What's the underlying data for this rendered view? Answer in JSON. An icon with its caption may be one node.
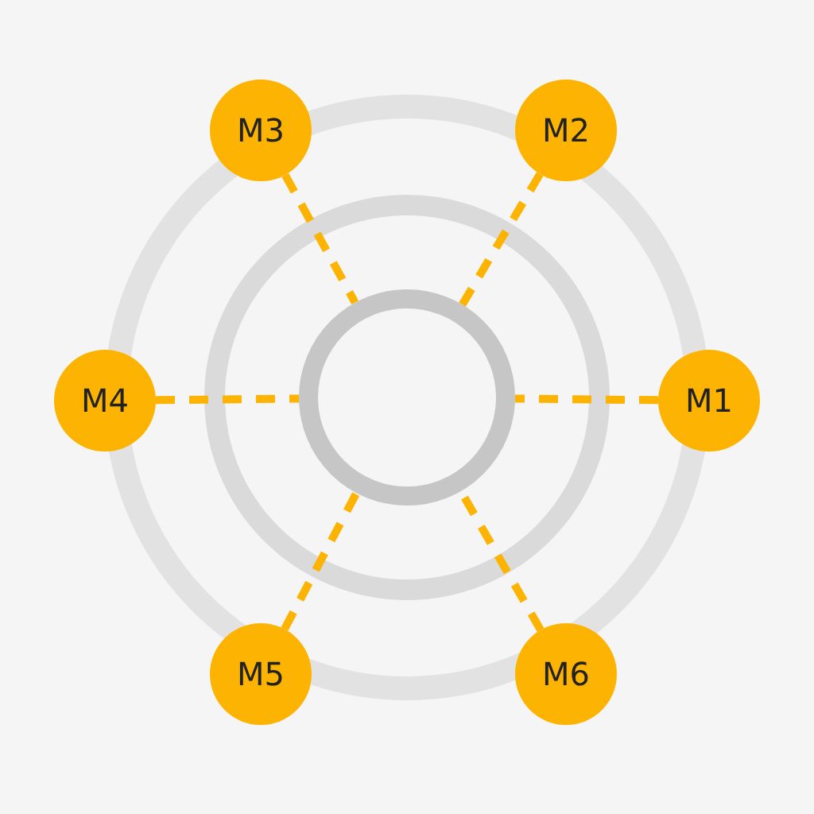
{
  "diagram": {
    "nodes": [
      {
        "text": [
          "M3"
        ]
      },
      {
        "text": [
          "M2"
        ]
      },
      {
        "text": [
          "M4"
        ]
      },
      {
        "text": [],
        "shape": "circle"
      },
      {
        "text": [
          "M1"
        ]
      },
      {
        "text": [
          "M5"
        ]
      },
      {
        "text": [
          "M6"
        ]
      }
    ],
    "edges": [
      {
        "from": 4,
        "to": 3,
        "arrow": "none",
        "style": "dashed"
      },
      {
        "from": 1,
        "to": 3,
        "arrow": "none",
        "style": "dashed"
      },
      {
        "from": 0,
        "to": 3,
        "arrow": "none",
        "style": "dashed"
      },
      {
        "from": 2,
        "to": 3,
        "arrow": "none",
        "style": "dashed"
      },
      {
        "from": 5,
        "to": 3,
        "arrow": "none",
        "style": "dashed"
      },
      {
        "from": 6,
        "to": 3,
        "arrow": "none",
        "style": "dashed"
      }
    ]
  }
}
